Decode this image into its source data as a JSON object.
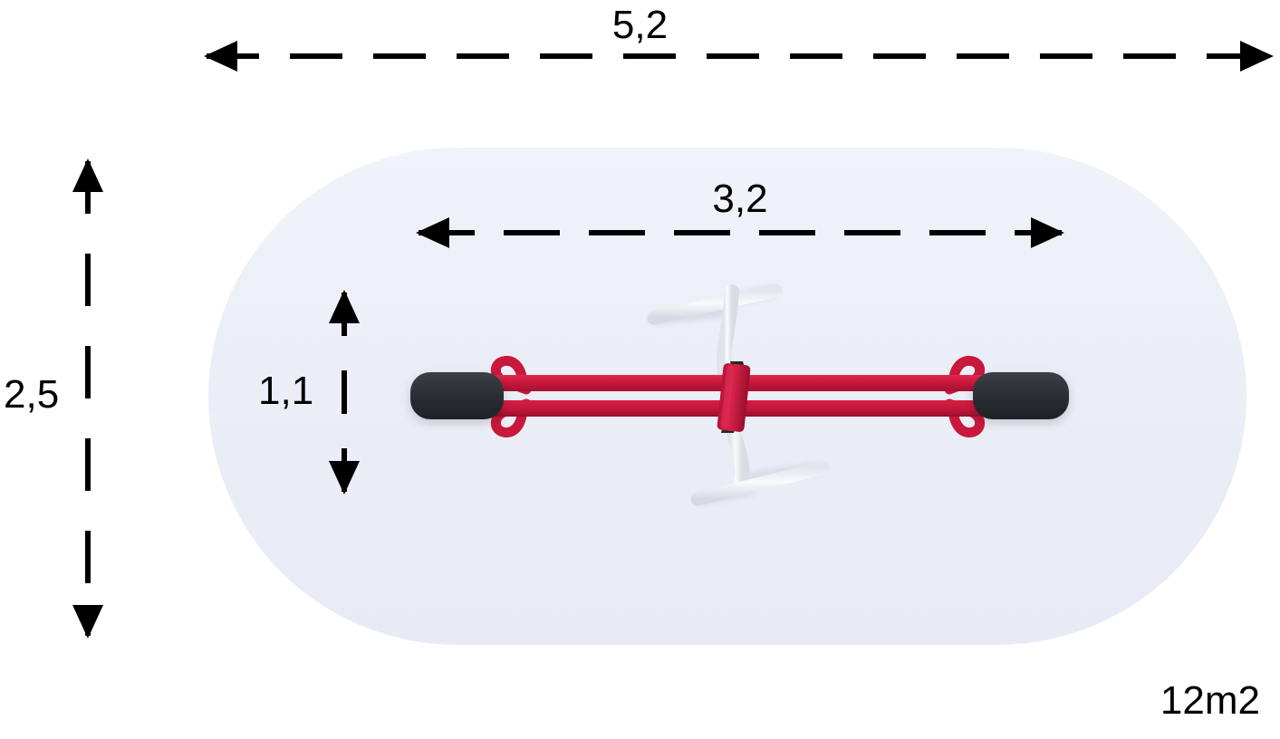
{
  "diagram": {
    "title": "Seesaw safety zone plan view",
    "units": "m",
    "decimal_separator": ",",
    "background_color": "#ffffff"
  },
  "safety_zone": {
    "name": "safety-zone",
    "shape": "stadium",
    "fill_color": "#ecEEF7",
    "width_m": "5,2",
    "depth_m": "2,5"
  },
  "dimensions": {
    "overall_width": {
      "label": "5,2",
      "orientation": "horizontal",
      "style": "dashed-double-arrow",
      "color": "#000000"
    },
    "overall_depth": {
      "label": "2,5",
      "orientation": "vertical",
      "style": "dashed-double-arrow",
      "color": "#000000"
    },
    "unit_width": {
      "label": "3,2",
      "orientation": "horizontal",
      "style": "dashed-double-arrow",
      "color": "#000000"
    },
    "unit_depth": {
      "label": "1,1",
      "orientation": "vertical",
      "style": "dashed-double-arrow",
      "color": "#000000"
    }
  },
  "area": {
    "label": "12m2"
  },
  "equipment": {
    "name": "seesaw",
    "beam_color": "#c8183c",
    "seat_color": "#2b2f33",
    "frame_color": "#f2f4f7",
    "parts": [
      {
        "name": "left-seat",
        "type": "seat-pad"
      },
      {
        "name": "right-seat",
        "type": "seat-pad"
      },
      {
        "name": "left-handle-loop",
        "type": "handle"
      },
      {
        "name": "right-handle-loop",
        "type": "handle"
      },
      {
        "name": "beam-upper",
        "type": "beam"
      },
      {
        "name": "beam-lower",
        "type": "beam"
      },
      {
        "name": "center-pivot-block",
        "type": "pivot"
      },
      {
        "name": "ground-frame",
        "type": "support-frame"
      }
    ]
  }
}
